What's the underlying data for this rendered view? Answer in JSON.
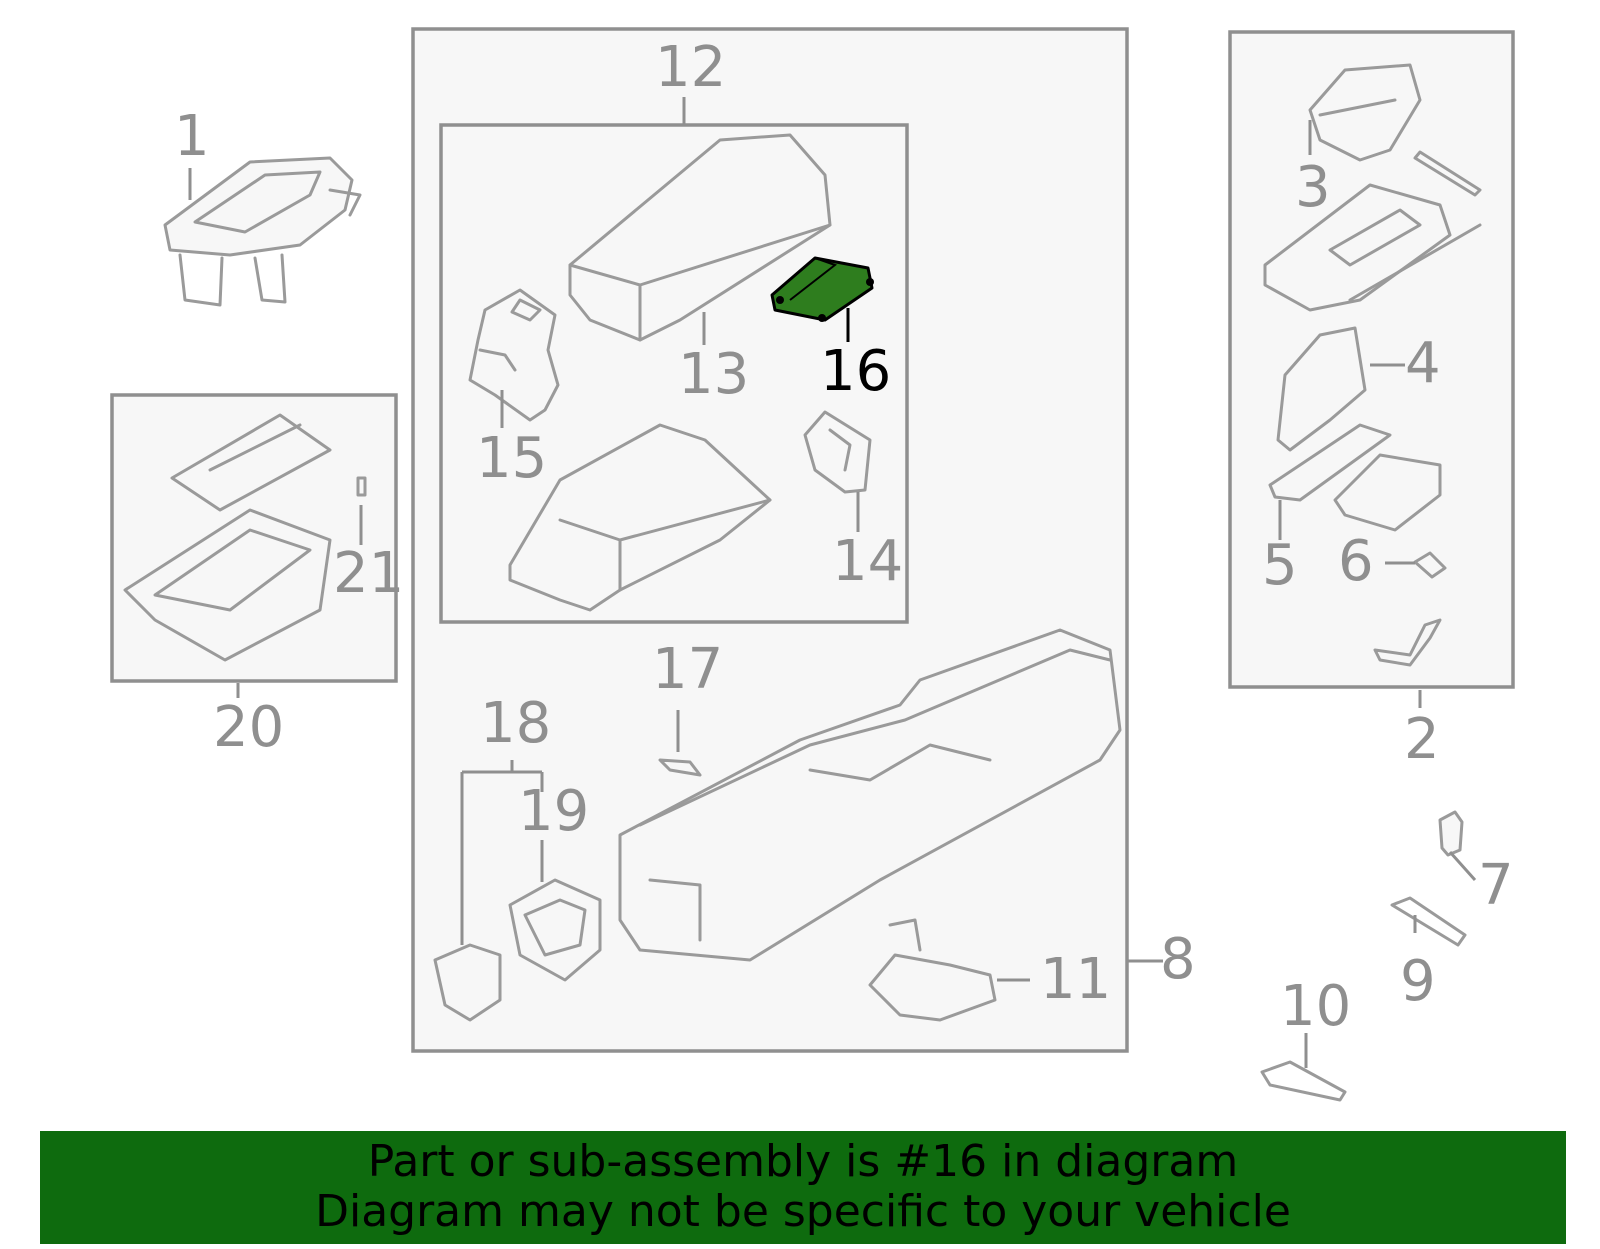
{
  "diagram": {
    "callouts": [
      "1",
      "2",
      "3",
      "4",
      "5",
      "6",
      "7",
      "8",
      "9",
      "10",
      "11",
      "12",
      "13",
      "14",
      "15",
      "16",
      "17",
      "18",
      "19",
      "20",
      "21"
    ],
    "highlighted_part": "16",
    "highlight_color": "#2e7d1e",
    "label_color": "#8f8f8f"
  },
  "banner": {
    "line1": "Part or sub-assembly is #16 in diagram",
    "line2": "Diagram may not be specific to your vehicle",
    "background": "#0e6b0e"
  }
}
